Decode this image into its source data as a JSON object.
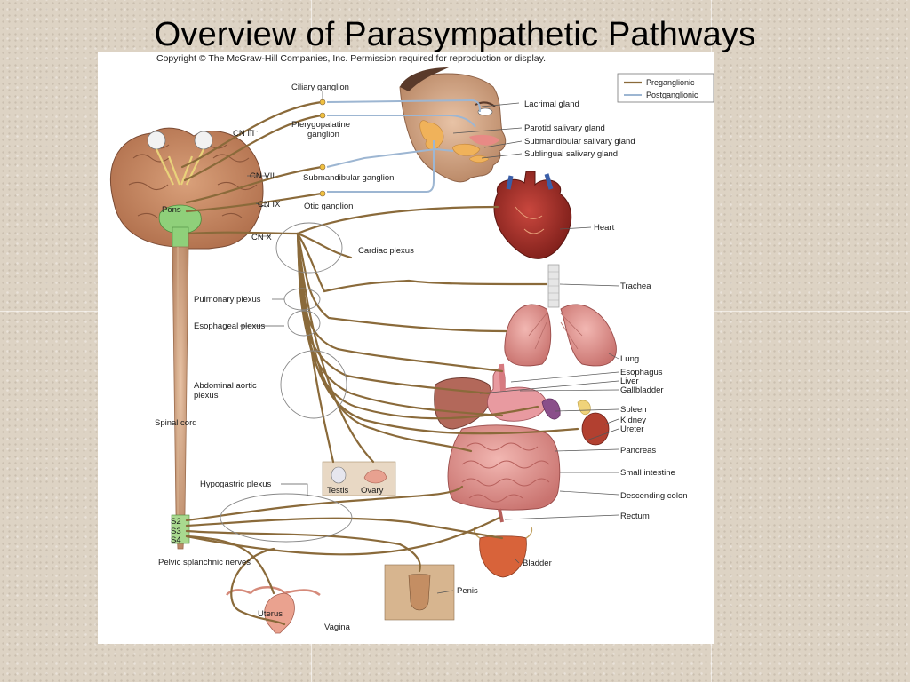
{
  "slide": {
    "title": "Overview of Parasympathetic Pathways"
  },
  "figure": {
    "copyright": "Copyright © The McGraw-Hill Companies, Inc. Permission required for reproduction or display.",
    "legend": {
      "preganglionic": "Preganglionic",
      "postganglionic": "Postganglionic",
      "preganglionic_color": "#8a6a3a",
      "postganglionic_color": "#9db6d2"
    },
    "labels": {
      "ciliary_ganglion": "Ciliary ganglion",
      "cn3": "CN III",
      "pterygopalatine_1": "Pterygopalatine",
      "pterygopalatine_2": "ganglion",
      "cn7": "CN VII",
      "submandibular_ganglion": "Submandibular ganglion",
      "cn9": "CN IX",
      "otic_ganglion": "Otic ganglion",
      "cn10": "CN X",
      "pons": "Pons",
      "lacrimal": "Lacrimal gland",
      "parotid": "Parotid salivary gland",
      "submandibular_gland": "Submandibular salivary gland",
      "sublingual": "Sublingual salivary gland",
      "heart": "Heart",
      "cardiac_plexus": "Cardiac plexus",
      "trachea": "Trachea",
      "pulmonary_plexus": "Pulmonary plexus",
      "esophageal_plexus": "Esophageal plexus",
      "lung": "Lung",
      "esophagus": "Esophagus",
      "liver": "Liver",
      "gallbladder": "Gallbladder",
      "abdominal_1": "Abdominal aortic",
      "abdominal_2": "plexus",
      "spleen": "Spleen",
      "kidney": "Kidney",
      "ureter": "Ureter",
      "spinal_cord": "Spinal cord",
      "pancreas": "Pancreas",
      "small_intestine": "Small intestine",
      "hypogastric": "Hypogastric plexus",
      "testis": "Testis",
      "ovary": "Ovary",
      "descending_colon": "Descending colon",
      "s2": "S2",
      "s3": "S3",
      "s4": "S4",
      "rectum": "Rectum",
      "pelvic_splanchnic": "Pelvic splanchnic nerves",
      "bladder": "Bladder",
      "penis": "Penis",
      "uterus": "Uterus",
      "vagina": "Vagina"
    }
  }
}
